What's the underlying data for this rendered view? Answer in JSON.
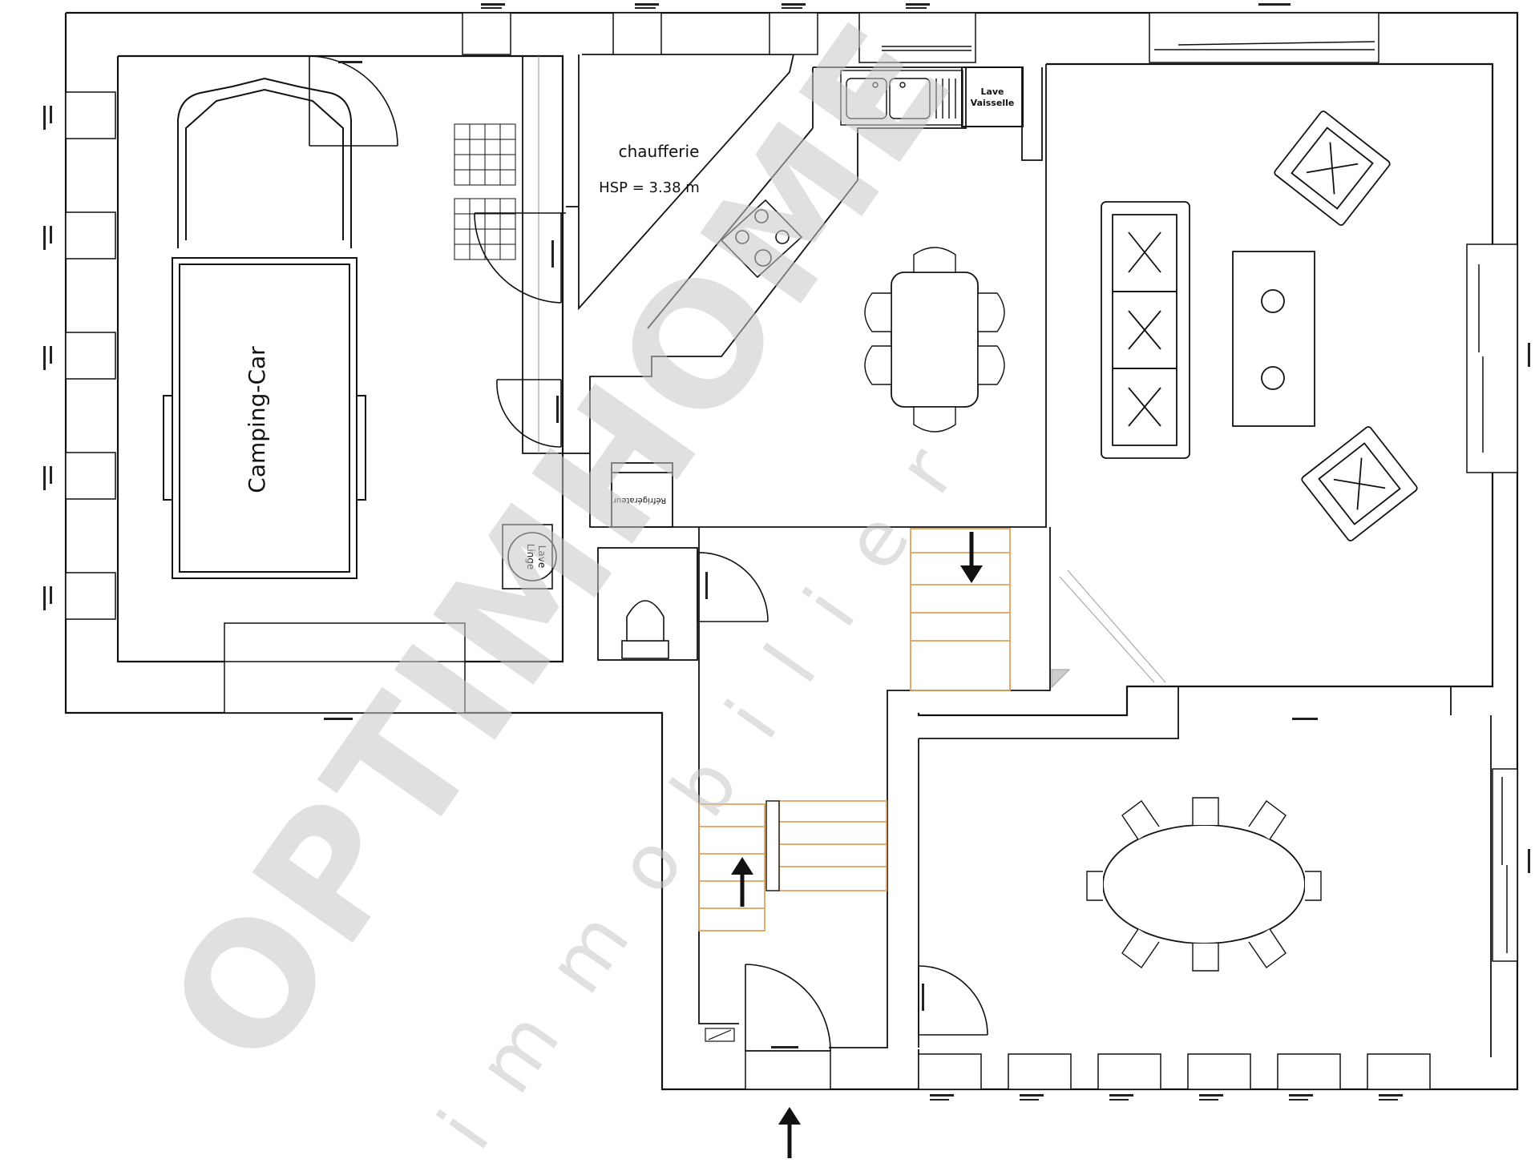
{
  "rooms": {
    "chaufferie": "chaufferie",
    "hsp": "HSP = 3.38 m",
    "camping_car": "Camping-Car"
  },
  "appliances": {
    "lave_vaisselle_1": "Lave",
    "lave_vaisselle_2": "Vaisselle",
    "lave_linge_1": "Lave",
    "lave_linge_2": "Linge",
    "refrigerateur": "Réfrigérateur"
  },
  "watermark": {
    "brand": "OPTIMHOME",
    "sub": "i m m o b i l i e r"
  },
  "colors": {
    "wall": "#111111",
    "stair": "#e0a15a",
    "watermark": "#c8c8c8"
  }
}
